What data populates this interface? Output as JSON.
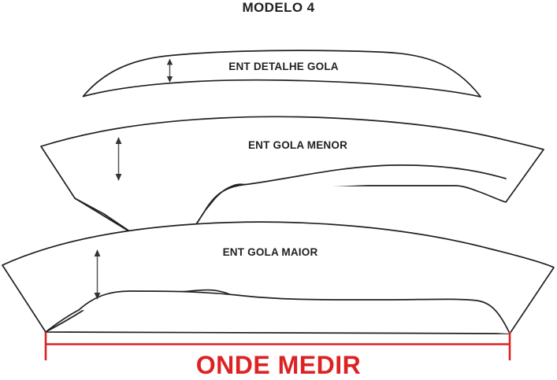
{
  "title": "MODELO 4",
  "pieces": [
    {
      "id": "ent-detalhe-gola",
      "label": "ENT DETALHE GOLA",
      "arrow_name": "height-arrow-detalhe"
    },
    {
      "id": "ent-gola-menor",
      "label": "ENT GOLA MENOR",
      "arrow_name": "height-arrow-menor"
    },
    {
      "id": "ent-gola-maior",
      "label": "ENT GOLA MAIOR",
      "arrow_name": "height-arrow-maior"
    }
  ],
  "measurement": {
    "label": "ONDE MEDIR",
    "color": "#dd2222"
  },
  "colors": {
    "outline": "#231f20",
    "fill": "#ffffff",
    "accent_red": "#dd2222",
    "arrow_gray": "#555555",
    "background": "#ffffff"
  },
  "chart_data": {
    "type": "diagram",
    "title": "MODELO 4",
    "description": "Sewing pattern diagram of three collar interlining pieces with a measurement bracket",
    "annotations": [
      "ENT DETALHE GOLA",
      "ENT GOLA MENOR",
      "ENT GOLA MAIOR",
      "ONDE MEDIR"
    ]
  }
}
